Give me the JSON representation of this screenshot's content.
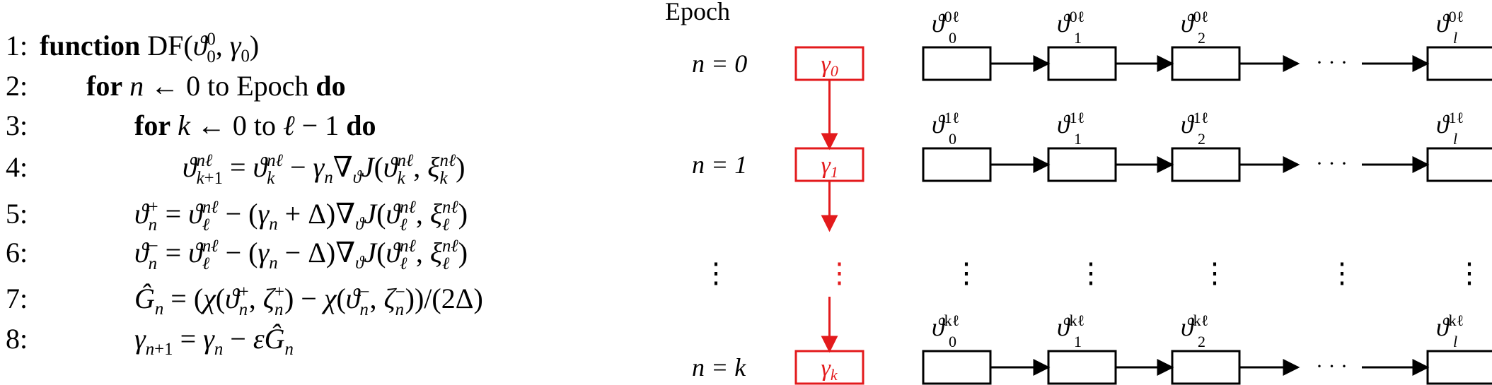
{
  "algorithm": {
    "lines": [
      {
        "num": "1:",
        "indent": 0,
        "keyword": "function",
        "text": " DF(ϑ",
        "sub": "0",
        "sup": "0",
        "tail": ", γ",
        "tail_sub": "0",
        "close": ")"
      },
      {
        "num": "2:",
        "indent": 1,
        "keyword": "for",
        "text": "n ← 0 to Epoch",
        "end_keyword": "do"
      },
      {
        "num": "3:",
        "indent": 2,
        "keyword": "for",
        "text": "k ← 0 to ℓ − 1",
        "end_keyword": "do"
      },
      {
        "num": "4:",
        "indent": 3,
        "text": "ϑ^{nℓ}_{k+1} = ϑ^{nℓ}_k − γ_n ∇_ϑ J(ϑ^{nℓ}_k, ξ^{nℓ}_k)"
      },
      {
        "num": "5:",
        "indent": 2,
        "text": "ϑ^+_n = ϑ^{nℓ}_ℓ − (γ_n + Δ)∇_ϑ J(ϑ^{nℓ}_ℓ, ξ^{nℓ}_ℓ)"
      },
      {
        "num": "6:",
        "indent": 2,
        "text": "ϑ^−_n = ϑ^{nℓ}_ℓ − (γ_n − Δ)∇_ϑ J(ϑ^{nℓ}_ℓ, ξ^{nℓ}_ℓ)"
      },
      {
        "num": "7:",
        "indent": 2,
        "text": "Ĝ_n = (χ(ϑ^+_n, ζ^+_n) − χ(ϑ^−_n, ζ^−_n))/(2Δ)"
      },
      {
        "num": "8:",
        "indent": 2,
        "text": "γ_{n+1} = γ_n − εĜ_n"
      }
    ]
  },
  "diagram": {
    "epoch_header": "Epoch",
    "rows": [
      {
        "label": "n = 0",
        "gamma": "γ",
        "gamma_sub": "0",
        "sup": "0ℓ"
      },
      {
        "label": "n = 1",
        "gamma": "γ",
        "gamma_sub": "1",
        "sup": "1ℓ"
      },
      {
        "label": "n = k",
        "gamma": "γ",
        "gamma_sub": "k",
        "sup": "kℓ"
      }
    ],
    "theta_symbol": "ϑ",
    "column_subs": [
      "0",
      "1",
      "2",
      "l"
    ],
    "ellipsis_h": "· · ·",
    "ellipsis_v": "⋮",
    "accent_color": "#e31a1c"
  }
}
